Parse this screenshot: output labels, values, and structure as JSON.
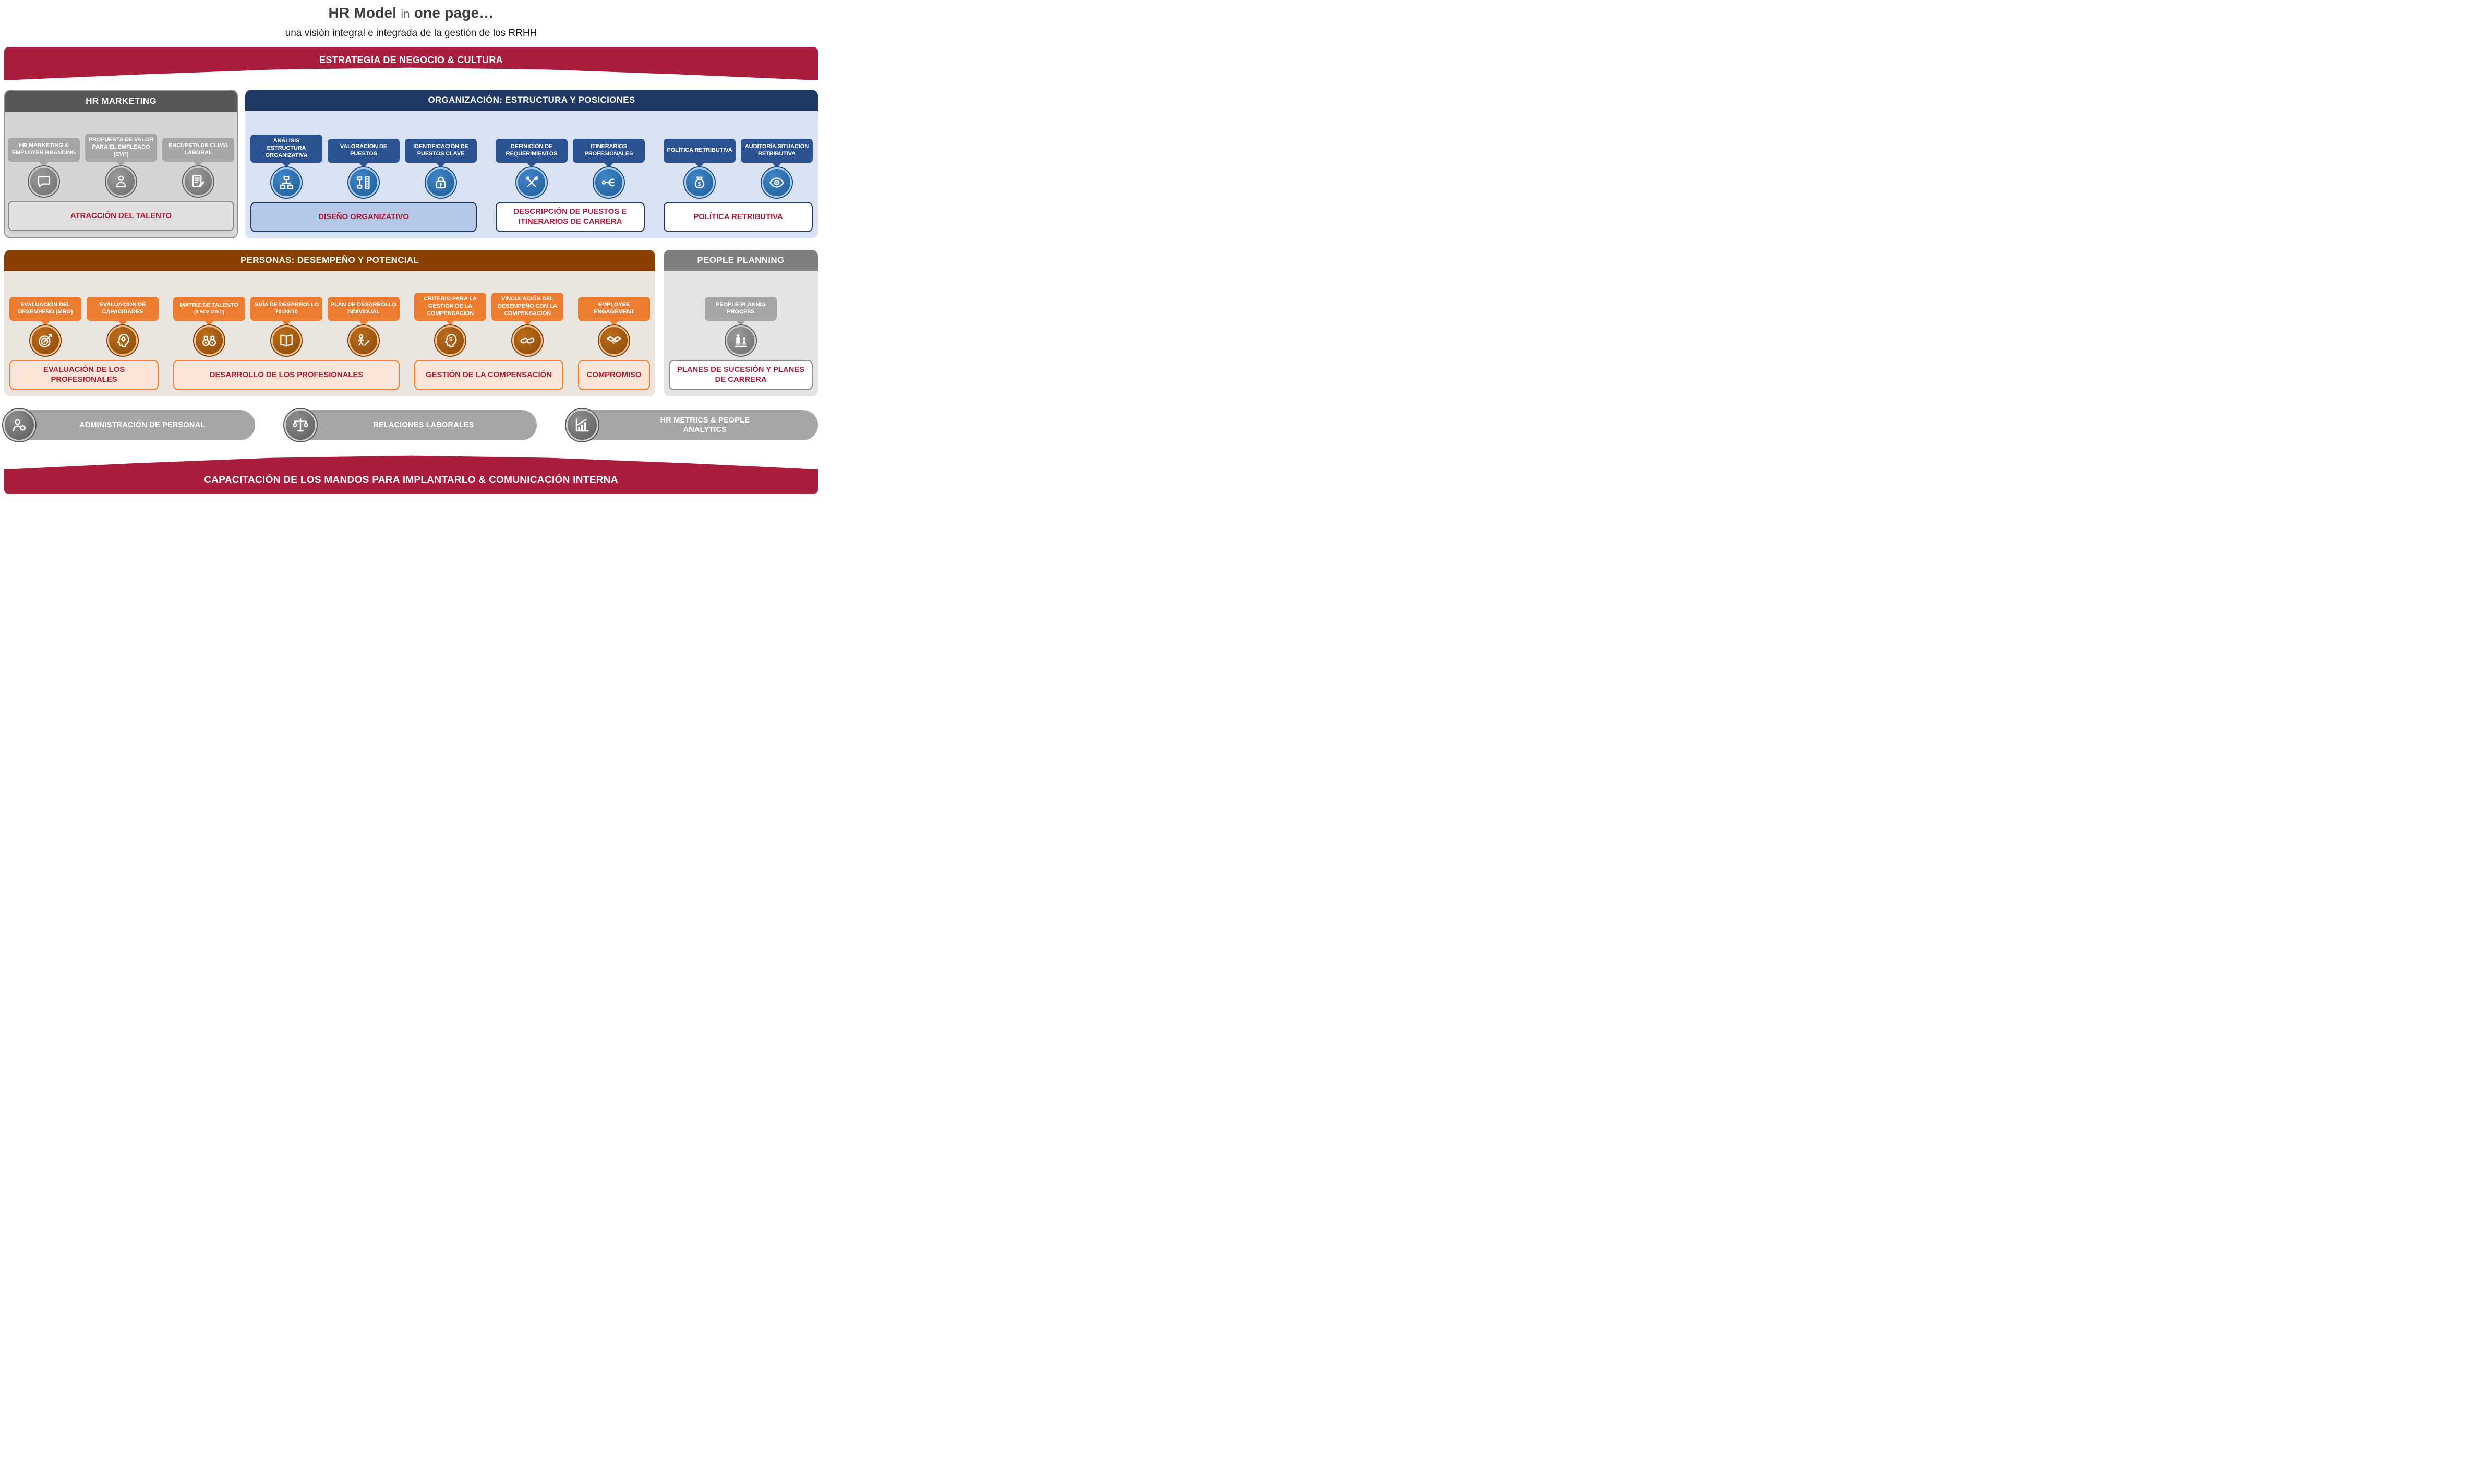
{
  "colors": {
    "crimson": "#A81E3C",
    "gray_header": "#565656",
    "gray_tag": "#A6A6A6",
    "navy_header": "#1F3864",
    "navy_tag": "#2B5291",
    "blue_body": "#D9E2F3",
    "blue_footer": "#B4C7E7",
    "brown_header": "#8A4000",
    "orange_tag": "#ED7D31",
    "cream_footer": "#FBE5D6",
    "beige_body": "#EAE5DE",
    "pp_header": "#7F7F7F"
  },
  "title": {
    "brand": "HR Model",
    "connector": "in",
    "emphasis": "one page…",
    "subtitle": "una visión integral e integrada de la gestión de los RRHH"
  },
  "banners": {
    "top": "ESTRATEGIA DE NEGOCIO & CULTURA",
    "bottom": "CAPACITACIÓN DE LOS MANDOS PARA IMPLANTARLO & COMUNICACIÓN INTERNA"
  },
  "hr_marketing": {
    "header": "HR MARKETING",
    "items": [
      {
        "label": "HR MARKETING & EMPLOYER BRANDING",
        "icon": "speech-bubble"
      },
      {
        "label": "PROPUESTA DE VALOR PARA EL EMPLEADO (EVP)",
        "icon": "person"
      },
      {
        "label": "ENCUESTA DE CLIMA LABORAL",
        "icon": "survey"
      }
    ],
    "footer": "ATRACCIÓN DEL TALENTO"
  },
  "organizacion": {
    "header": "ORGANIZACIÓN: ESTRUCTURA Y POSICIONES",
    "groups": [
      {
        "items": [
          {
            "label": "ANÁLISIS ESTRUCTURA ORGANIZATIVA",
            "icon": "org-chart"
          },
          {
            "label": "VALORACIÓN DE PUESTOS",
            "icon": "job-grading"
          },
          {
            "label": "IDENTIFICACIÓN DE PUESTOS CLAVE",
            "icon": "padlock"
          }
        ],
        "footer": "DISEÑO ORGANIZATIVO"
      },
      {
        "items": [
          {
            "label": "DEFINICIÓN DE REQUERIMIENTOS",
            "icon": "tools"
          },
          {
            "label": "ITINERARIOS PROFESIONALES",
            "icon": "career-path"
          }
        ],
        "footer": "DESCRIPCIÓN DE PUESTOS E ITINERARIOS DE CARRERA"
      },
      {
        "items": [
          {
            "label": "POLÍTICA RETRIBUTIVA",
            "icon": "money-bag"
          },
          {
            "label": "AUDITORÍA SITUACIÓN RETRIBUTIVA",
            "icon": "eye"
          }
        ],
        "footer": "POLÍTICA RETRIBUTIVA"
      }
    ]
  },
  "personas": {
    "header": "PERSONAS: DESEMPEÑO Y POTENCIAL",
    "groups": [
      {
        "items": [
          {
            "label": "EVALUACIÓN DEL DESEMPEÑO (MBO)",
            "icon": "target"
          },
          {
            "label": "EVALUACIÓN DE CAPACIDADES",
            "icon": "head-gears"
          }
        ],
        "footer": "EVALUACIÓN DE LOS PROFESIONALES"
      },
      {
        "items": [
          {
            "label": "MATRIZ DE TALENTO",
            "sublabel": "(9 BOX GRID)",
            "icon": "binoculars"
          },
          {
            "label": "GUÍA DE DESARROLLO 70:20:10",
            "icon": "open-book"
          },
          {
            "label": "PLAN DE DESARROLLO INDIVIDUAL",
            "icon": "growth-person"
          }
        ],
        "footer": "DESARROLLO DE LOS PROFESIONALES"
      },
      {
        "items": [
          {
            "label": "CRITERIO PARA LA GESTIÓN DE LA COMPENSACIÓN",
            "icon": "head-dollar"
          },
          {
            "label": "VINCULACIÓN DEL DESEMPEÑO CON LA COMPENSACIÓN",
            "icon": "chain-links"
          }
        ],
        "footer": "GESTIÓN DE LA COMPENSACIÓN"
      },
      {
        "items": [
          {
            "label": "EMPLOYEE ENGAGEMENT",
            "icon": "handshake"
          }
        ],
        "footer": "COMPROMISO"
      }
    ]
  },
  "people_planning": {
    "header": "PEOPLE PLANNING",
    "items": [
      {
        "label": "PEOPLE PLANNIG PROCESS",
        "icon": "chess-pieces"
      }
    ],
    "footer": "PLANES DE SUCESIÓN Y PLANES DE CARRERA"
  },
  "bottom_pills": [
    {
      "label": "ADMINISTRACIÓN DE PERSONAL",
      "icon": "people-gear"
    },
    {
      "label": "RELACIONES LABORALES",
      "icon": "scales"
    },
    {
      "label": "HR METRICS & PEOPLE ANALYTICS",
      "icon": "analytics-chart"
    }
  ]
}
